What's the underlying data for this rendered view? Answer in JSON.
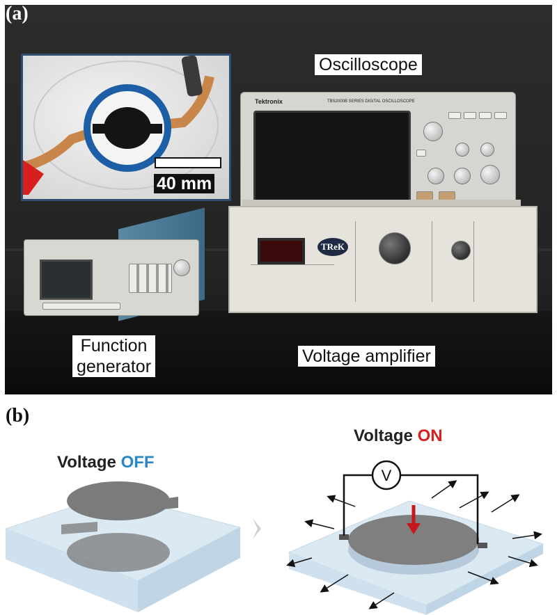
{
  "panel_labels": {
    "a": "(a)",
    "b": "(b)"
  },
  "photo": {
    "oscilloscope_caption": "Oscilloscope",
    "function_generator_caption": [
      "Function",
      "generator"
    ],
    "voltage_amplifier_caption": "Voltage amplifier",
    "scale_bar_label": "40 mm",
    "oscilloscope_brand": "Tektronix",
    "oscilloscope_model": "TBS2000B SERIES  DIGITAL OSCILLOSCOPE",
    "amplifier_brand": "TReK"
  },
  "diagram": {
    "off_title_prefix": "Voltage ",
    "off_title_state": "OFF",
    "on_title_prefix": "Voltage ",
    "on_title_state": "ON",
    "voltmeter_symbol": "V",
    "colors": {
      "off_state": "#2b86c5",
      "on_state": "#d71f1f",
      "substrate_top": "#dbe9f3",
      "substrate_side": "#bfd5e6",
      "electrode": "#888888",
      "arrow": "#c8161d"
    }
  }
}
